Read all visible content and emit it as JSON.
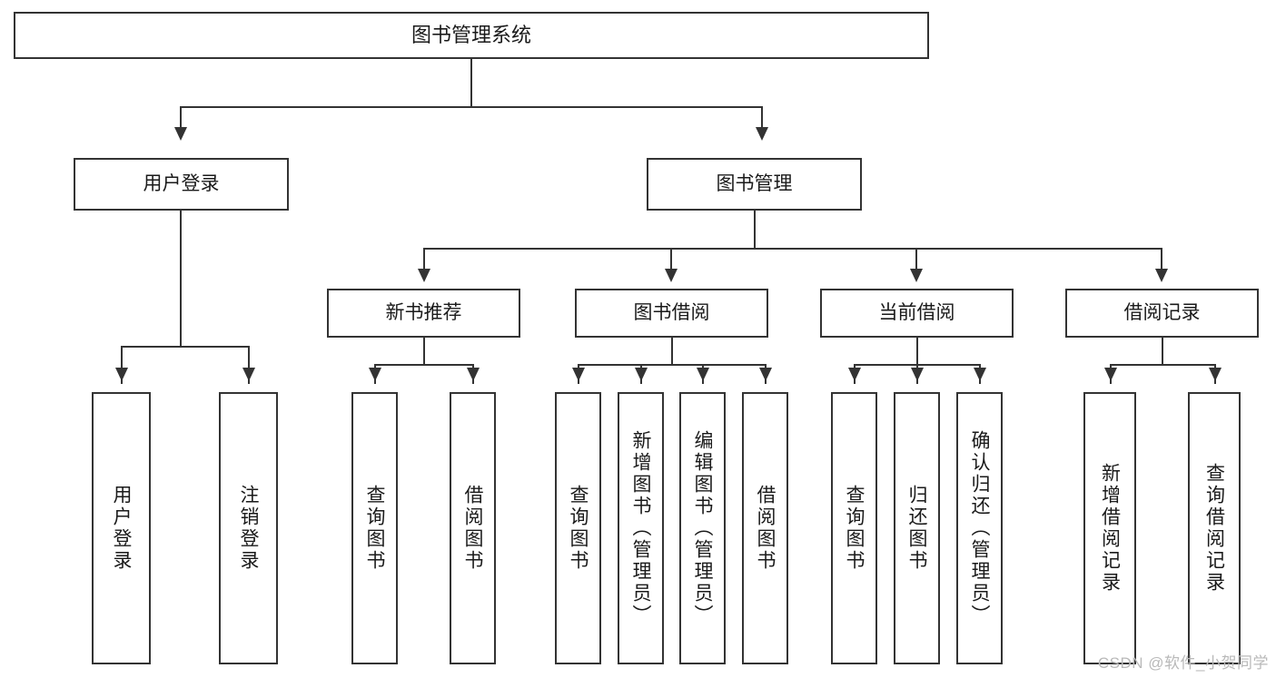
{
  "diagram": {
    "title": "图书管理系统",
    "watermark": "CSDN @软件_小贺同学",
    "nodes": {
      "root": {
        "label": "图书管理系统"
      },
      "user_login": {
        "label": "用户登录"
      },
      "book_manage": {
        "label": "图书管理"
      },
      "new_book_rec": {
        "label": "新书推荐"
      },
      "book_borrow": {
        "label": "图书借阅"
      },
      "current_borrow": {
        "label": "当前借阅"
      },
      "borrow_record": {
        "label": "借阅记录"
      },
      "leaf_user_login": {
        "label": "用户登录"
      },
      "leaf_user_logout": {
        "label": "注销登录"
      },
      "leaf_query_book_1": {
        "label": "查询图书"
      },
      "leaf_borrow_book_1": {
        "label": "借阅图书"
      },
      "leaf_query_book_2": {
        "label": "查询图书"
      },
      "leaf_add_book": {
        "label": "新增图书（管理员）"
      },
      "leaf_edit_book": {
        "label": "编辑图书（管理员）"
      },
      "leaf_borrow_book_2": {
        "label": "借阅图书"
      },
      "leaf_query_book_3": {
        "label": "查询图书"
      },
      "leaf_return_book": {
        "label": "归还图书"
      },
      "leaf_confirm_return": {
        "label": "确认归还（管理员）"
      },
      "leaf_add_record": {
        "label": "新增借阅记录"
      },
      "leaf_query_record": {
        "label": "查询借阅记录"
      }
    },
    "colors": {
      "stroke": "#333333",
      "fill": "#ffffff",
      "text": "#1a1a1a",
      "watermark": "#b9b9b9"
    }
  }
}
